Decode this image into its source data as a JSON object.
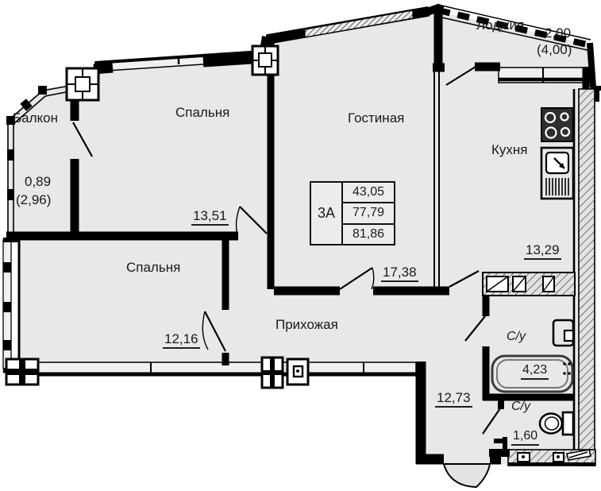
{
  "plan": {
    "rooms": {
      "loggia": {
        "name": "Лоджия",
        "area": "2,00",
        "area_alt": "(4,00)"
      },
      "balcony": {
        "name": "Балкон",
        "area": "0,89",
        "area_alt": "(2,96)"
      },
      "bedroom1": {
        "name": "Спальня",
        "area": "13,51"
      },
      "living": {
        "name": "Гостиная",
        "area": "17,38"
      },
      "kitchen": {
        "name": "Кухня",
        "area": "13,29"
      },
      "bedroom2": {
        "name": "Спальня",
        "area": "12,16"
      },
      "hall": {
        "name": "Прихожая",
        "area": "12,73"
      },
      "bathroom": {
        "name": "С/у",
        "area": "4,23"
      },
      "wc": {
        "name": "С/у",
        "area": "1,60"
      }
    },
    "table": {
      "unit": "3А",
      "rows": [
        "43,05",
        "77,79",
        "81,86"
      ]
    },
    "fixtures": [
      "stove-icon",
      "sink-icon",
      "bathtub-icon",
      "toilet-icon",
      "corner-sink-icon"
    ],
    "colors": {
      "room_fill": "#e8e8e8",
      "wall": "#000000",
      "window_fill": "#f0f0f0",
      "text": "#1a1a1a"
    }
  }
}
